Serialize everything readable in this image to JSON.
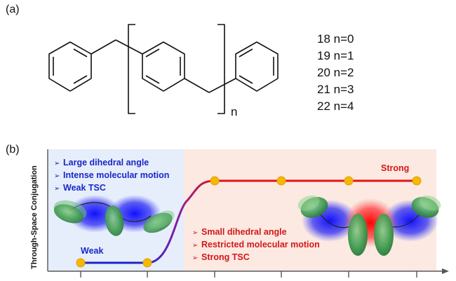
{
  "panel_a": {
    "label": "(a)",
    "subscript": "n",
    "compounds": [
      {
        "number": "18",
        "n": "n=0"
      },
      {
        "number": "19",
        "n": "n=1"
      },
      {
        "number": "20",
        "n": "n=2"
      },
      {
        "number": "21",
        "n": "n=3"
      },
      {
        "number": "22",
        "n": "n=4"
      }
    ]
  },
  "panel_b": {
    "label": "(b)",
    "y_axis_label": "Through-Space Conjugation",
    "weak_label": "Weak",
    "strong_label": "Strong",
    "left_bullets": [
      "Large dihedral angle",
      "Intense molecular motion",
      "Weak TSC"
    ],
    "right_bullets": [
      "Small dihedral angle",
      "Restricted molecular motion",
      "Strong TSC"
    ],
    "bullet_glyph": "➢",
    "colors": {
      "weak": "#1a27c8",
      "strong": "#e01515",
      "points": "#f5b800",
      "left_bg": "#e6eefb",
      "right_bg": "#fbe9e2"
    }
  }
}
